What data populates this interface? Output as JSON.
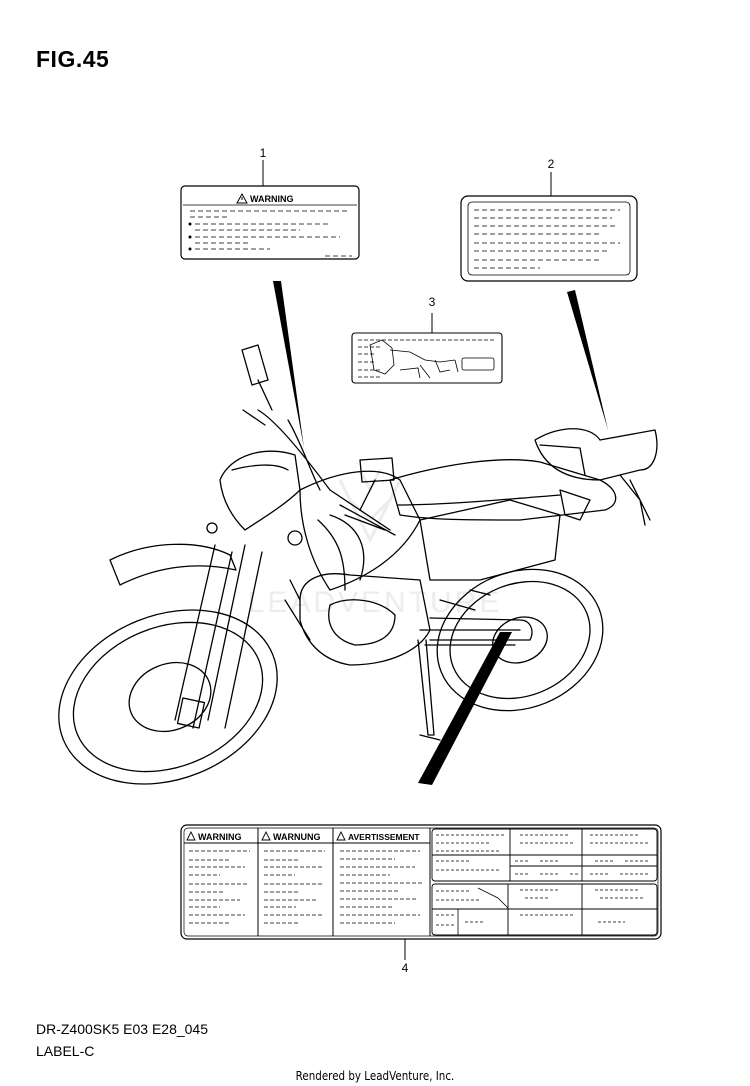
{
  "figure": {
    "title": "FIG.45"
  },
  "callouts": [
    "1",
    "2",
    "3",
    "4"
  ],
  "labels": {
    "label1": {
      "heading": "WARNING"
    },
    "label4": {
      "headings": [
        "WARNING",
        "WARNUNG",
        "AVERTISSEMENT"
      ]
    }
  },
  "watermark": {
    "text": "LEADVENTURE"
  },
  "caption": {
    "model": "DR-Z400SK5 E03 E28_045",
    "section": "LABEL-C"
  },
  "footer": {
    "text": "Rendered by LeadVenture, Inc."
  },
  "icons": [
    "warning-triangle-icon"
  ],
  "colors": {
    "line": "#000000",
    "watermark": "#e8e8e8",
    "background": "#ffffff"
  }
}
